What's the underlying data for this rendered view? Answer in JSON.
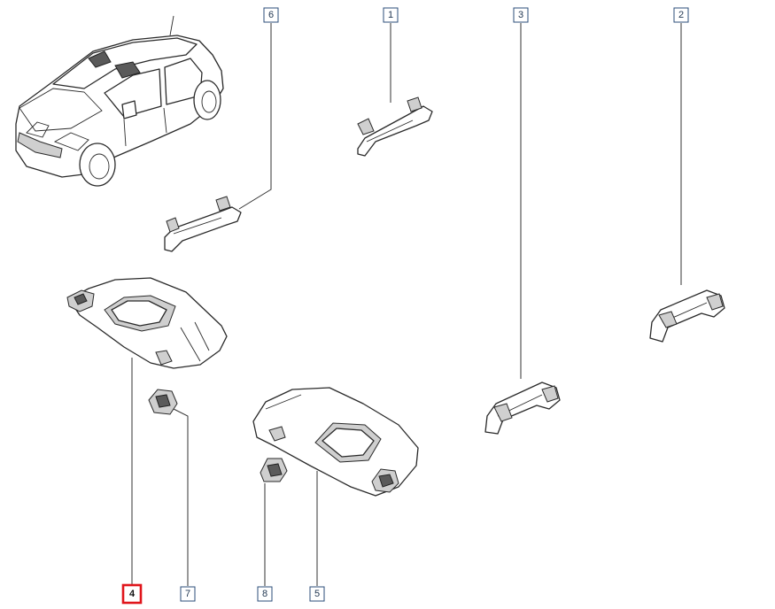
{
  "callouts": [
    {
      "id": "6",
      "selected": false
    },
    {
      "id": "1",
      "selected": false
    },
    {
      "id": "3",
      "selected": false
    },
    {
      "id": "2",
      "selected": false
    },
    {
      "id": "4",
      "selected": true
    },
    {
      "id": "7",
      "selected": false
    },
    {
      "id": "8",
      "selected": false
    },
    {
      "id": "5",
      "selected": false
    }
  ],
  "colors": {
    "selected_outline": "#e0151b",
    "callout_outline": "#2b4d7a",
    "line_art": "#2a2a2a"
  }
}
